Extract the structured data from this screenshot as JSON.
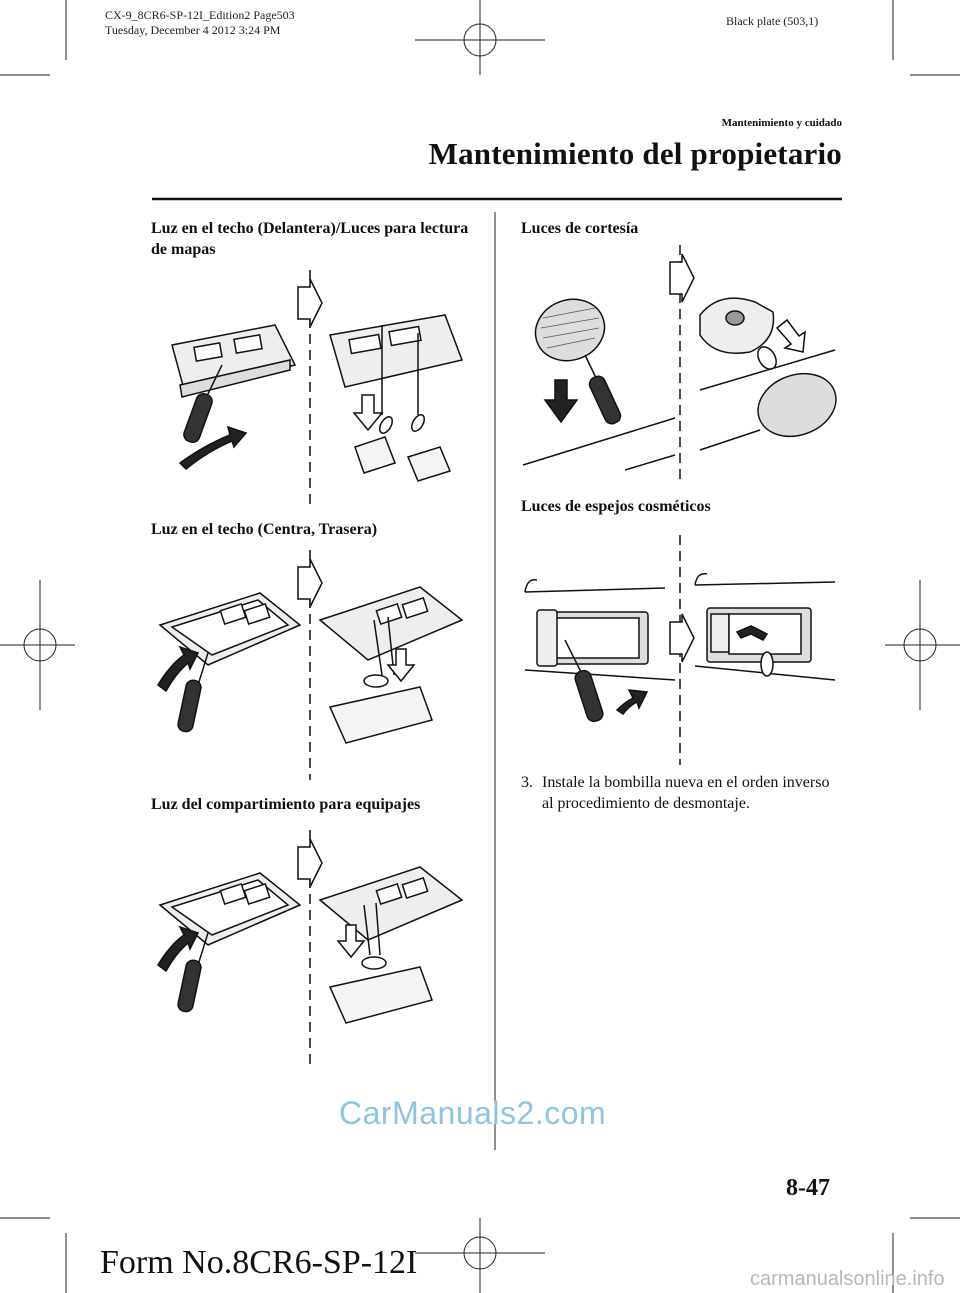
{
  "header": {
    "file_line": "CX-9_8CR6-SP-12I_Edition2 Page503",
    "date_line": "Tuesday, December 4 2012 3:24 PM",
    "plate": "Black plate (503,1)"
  },
  "section": {
    "small_title": "Mantenimiento y cuidado",
    "big_title": "Mantenimiento del propietario"
  },
  "left_column": {
    "caption1": "Luz en el techo (Delantera)/Luces para lectura de mapas",
    "caption2": "Luz en el techo (Centra, Trasera)",
    "caption3": "Luz del compartimiento para equipajes"
  },
  "right_column": {
    "caption1": "Luces de cortesía",
    "caption2": "Luces de espejos cosméticos",
    "step_number": "3.",
    "step_text": "Instale la bombilla nueva en el orden inverso al procedimiento de desmontaje."
  },
  "watermark": "CarManuals2.com",
  "page_number": "8-47",
  "form_number": "Form No.8CR6-SP-12I",
  "footer_watermark": "carmanualsonline.info"
}
